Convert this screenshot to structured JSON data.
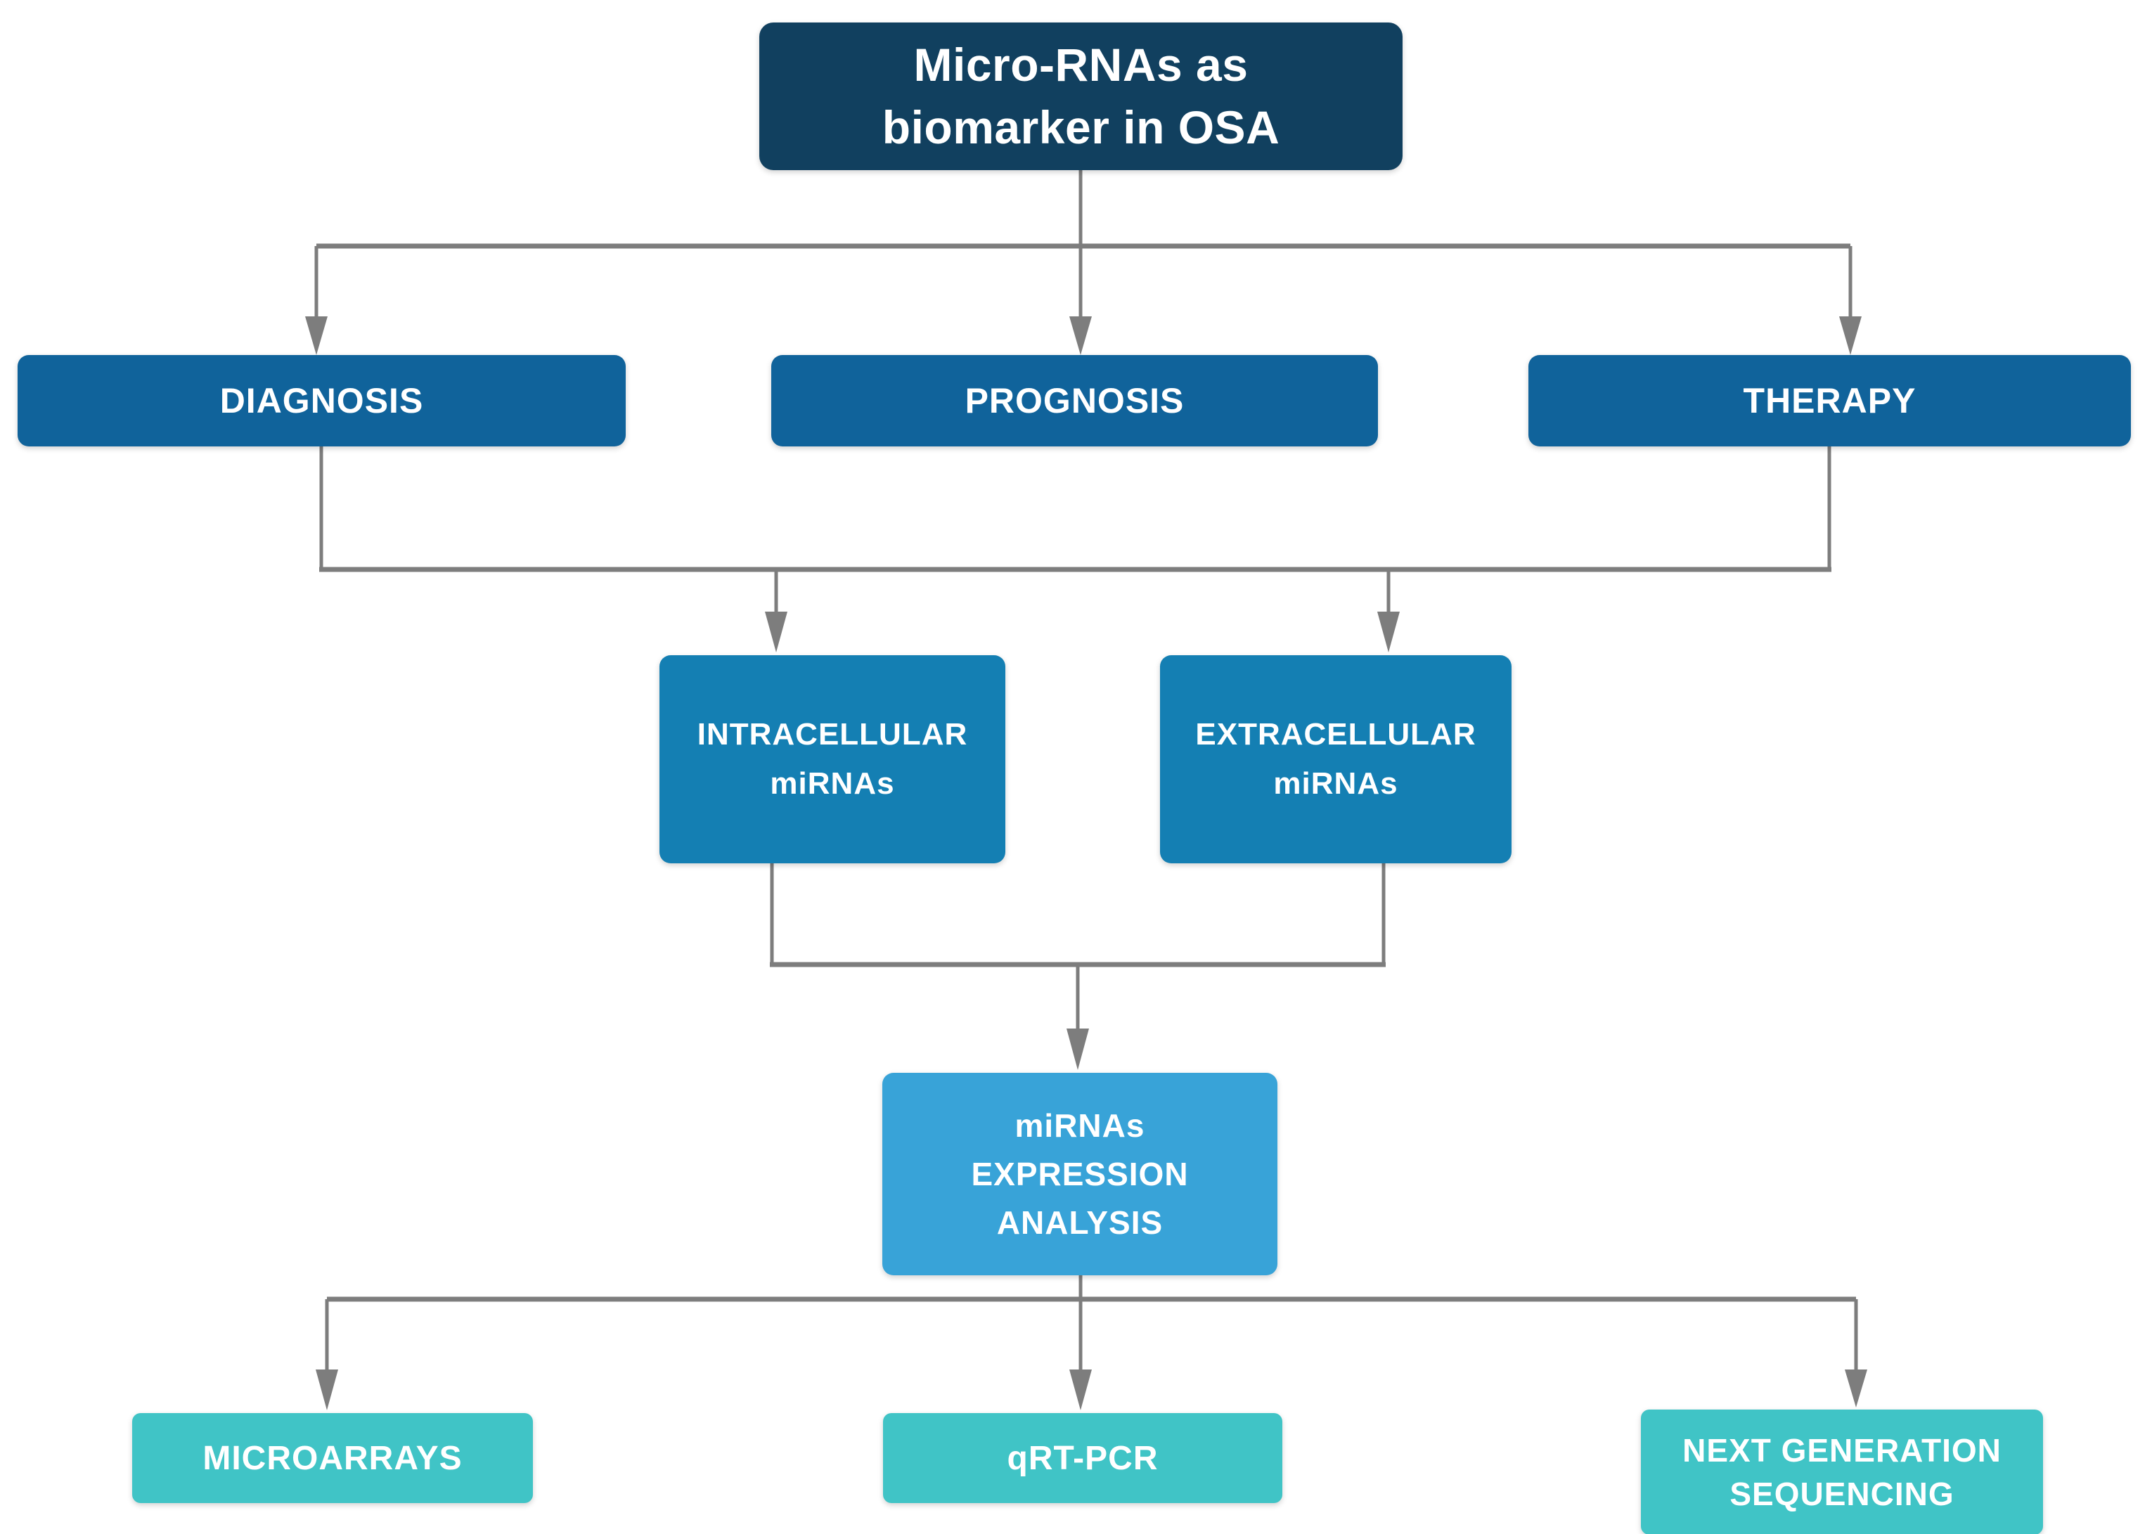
{
  "nodes": {
    "title": {
      "line1": "Micro-RNAs as",
      "line2": "biomarker in OSA"
    },
    "diagnosis": {
      "label": "DIAGNOSIS"
    },
    "prognosis": {
      "label": "PROGNOSIS"
    },
    "therapy": {
      "label": "THERAPY"
    },
    "intracellular": {
      "line1": "INTRACELLULAR",
      "line2": "miRNAs"
    },
    "extracellular": {
      "line1": "EXTRACELLULAR",
      "line2": "miRNAs"
    },
    "expression": {
      "line1": "miRNAs",
      "line2": "EXPRESSION",
      "line3": "ANALYSIS"
    },
    "microarrays": {
      "label": "MICROARRAYS"
    },
    "qrtpcr": {
      "label": "qRT-PCR"
    },
    "ngs": {
      "line1": "NEXT GENERATION",
      "line2": "SEQUENCING"
    }
  },
  "colors": {
    "title_bg": "#11405f",
    "category_bg": "#10639b",
    "mirna_bg": "#147fb3",
    "analysis_bg": "#38a3d8",
    "method_bg": "#40c4c6",
    "text": "#ffffff",
    "connector": "#7d7d7d"
  }
}
